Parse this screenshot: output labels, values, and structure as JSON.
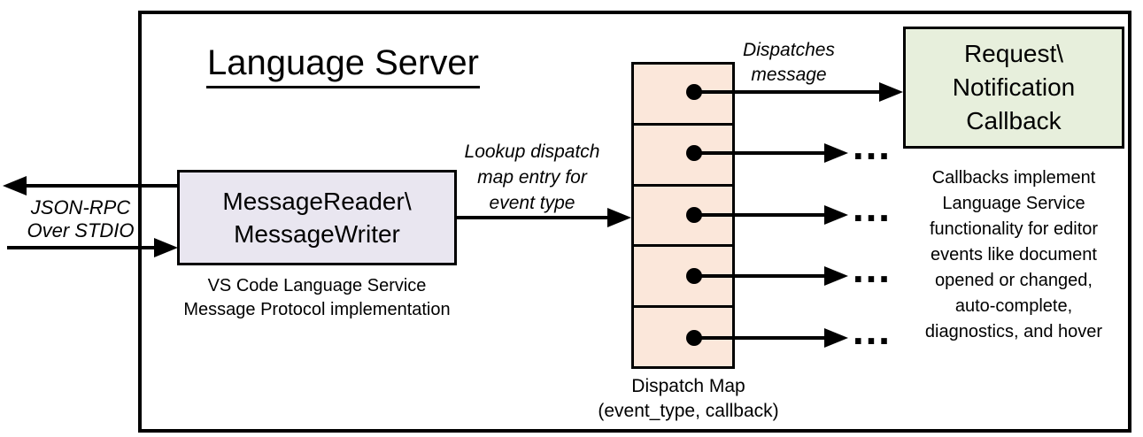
{
  "title": "Language Server",
  "left_io": {
    "line1": "JSON-RPC",
    "line2": "Over STDIO"
  },
  "message_box": {
    "line1": "MessageReader\\",
    "line2": "MessageWriter",
    "caption1": "VS Code Language Service",
    "caption2": "Message Protocol implementation",
    "fill": "#e9e6f0"
  },
  "lookup_label": {
    "line1": "Lookup dispatch",
    "line2": "map entry for",
    "line3": "event type"
  },
  "dispatches_label": {
    "line1": "Dispatches",
    "line2": "message"
  },
  "dispatch": {
    "fill": "#fbe7da",
    "caption1": "Dispatch Map",
    "caption2": "(event_type, callback)",
    "ellipsis": "…",
    "cell_count": 5
  },
  "callback_box": {
    "line1": "Request\\",
    "line2": "Notification",
    "line3": "Callback",
    "fill": "#e7efdc"
  },
  "callback_note": {
    "line1": "Callbacks implement",
    "line2": "Language Service",
    "line3": "functionality for editor",
    "line4": "events like document",
    "line5": "opened or changed,",
    "line6": "auto-complete,",
    "line7": "diagnostics, and hover"
  },
  "colors": {
    "line": "#000000",
    "background": "#ffffff"
  }
}
